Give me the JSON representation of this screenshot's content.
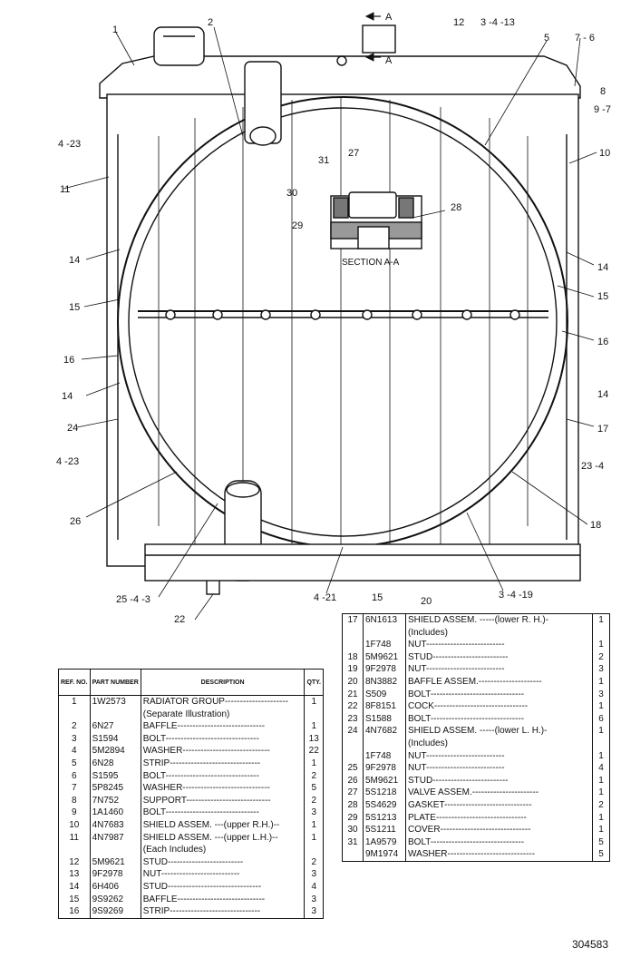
{
  "section_marker": "A",
  "callouts": [
    {
      "id": "c1",
      "text": "1"
    },
    {
      "id": "c2",
      "text": "2"
    },
    {
      "id": "c12",
      "text": "12"
    },
    {
      "id": "c3413",
      "text": "3 -4 -13"
    },
    {
      "id": "c5",
      "text": "5"
    },
    {
      "id": "c76",
      "text": "7 - 6"
    },
    {
      "id": "c8",
      "text": "8"
    },
    {
      "id": "c97",
      "text": "9 -7"
    },
    {
      "id": "c423a",
      "text": "4 -23"
    },
    {
      "id": "c10",
      "text": "10"
    },
    {
      "id": "c11",
      "text": "11"
    },
    {
      "id": "c31",
      "text": "31"
    },
    {
      "id": "c27",
      "text": "27"
    },
    {
      "id": "c30",
      "text": "30"
    },
    {
      "id": "c28",
      "text": "28"
    },
    {
      "id": "c29",
      "text": "29"
    },
    {
      "id": "c14a",
      "text": "14"
    },
    {
      "id": "c14b",
      "text": "14"
    },
    {
      "id": "c15a",
      "text": "15"
    },
    {
      "id": "c15b",
      "text": "15"
    },
    {
      "id": "c16a",
      "text": "16"
    },
    {
      "id": "c16b",
      "text": "16"
    },
    {
      "id": "c14c",
      "text": "14"
    },
    {
      "id": "c14d",
      "text": "14"
    },
    {
      "id": "c24",
      "text": "24"
    },
    {
      "id": "c17",
      "text": "17"
    },
    {
      "id": "c423b",
      "text": "4 -23"
    },
    {
      "id": "c234",
      "text": "23 -4"
    },
    {
      "id": "c26",
      "text": "26"
    },
    {
      "id": "c18",
      "text": "18"
    },
    {
      "id": "c2543",
      "text": "25 -4 -3"
    },
    {
      "id": "c421",
      "text": "4 -21"
    },
    {
      "id": "c15c",
      "text": "15"
    },
    {
      "id": "c20",
      "text": "20"
    },
    {
      "id": "c3419",
      "text": "3 -4 -19"
    },
    {
      "id": "c22",
      "text": "22"
    }
  ],
  "section_label": "SECTION A-A",
  "table_left": {
    "headers": {
      "ref": "REF. NO.",
      "part": "PART NUMBER",
      "description": "DESCRIPTION",
      "qty": "QTY."
    },
    "rows": [
      {
        "ref": "1",
        "part": "1W2573",
        "desc": "RADIATOR GROUP---------------------",
        "qty": "1"
      },
      {
        "ref": "",
        "part": "",
        "desc": "(Separate Illustration)",
        "qty": ""
      },
      {
        "ref": "2",
        "part": "6N27",
        "desc": "BAFFLE-----------------------------",
        "qty": "1"
      },
      {
        "ref": "3",
        "part": "S1594",
        "desc": "BOLT-------------------------------",
        "qty": "13"
      },
      {
        "ref": "4",
        "part": "5M2894",
        "desc": "WASHER-----------------------------",
        "qty": "22"
      },
      {
        "ref": "5",
        "part": "6N28",
        "desc": "STRIP------------------------------",
        "qty": "1"
      },
      {
        "ref": "6",
        "part": "S1595",
        "desc": "BOLT-------------------------------",
        "qty": "2"
      },
      {
        "ref": "7",
        "part": "5P8245",
        "desc": "WASHER-----------------------------",
        "qty": "5"
      },
      {
        "ref": "8",
        "part": "7N752",
        "desc": "SUPPORT----------------------------",
        "qty": "2"
      },
      {
        "ref": "9",
        "part": "1A1460",
        "desc": "BOLT-------------------------------",
        "qty": "3"
      },
      {
        "ref": "10",
        "part": "4N7683",
        "desc": "SHIELD ASSEM. ---(upper R.H.)--",
        "qty": "1"
      },
      {
        "ref": "11",
        "part": "4N7987",
        "desc": "SHIELD ASSEM. ---(upper L.H.)--",
        "qty": "1"
      },
      {
        "ref": "",
        "part": "",
        "desc": "(Each Includes)",
        "qty": ""
      },
      {
        "ref": "12",
        "part": "5M9621",
        "desc": "STUD-------------------------",
        "qty": "2"
      },
      {
        "ref": "13",
        "part": "9F2978",
        "desc": "NUT--------------------------",
        "qty": "3"
      },
      {
        "ref": "14",
        "part": "6H406",
        "desc": "STUD-------------------------------",
        "qty": "4"
      },
      {
        "ref": "15",
        "part": "9S9262",
        "desc": "BAFFLE-----------------------------",
        "qty": "3"
      },
      {
        "ref": "16",
        "part": "9S9269",
        "desc": "STRIP------------------------------",
        "qty": "3"
      }
    ]
  },
  "table_right": {
    "rows": [
      {
        "ref": "17",
        "part": "6N1613",
        "desc": "SHIELD ASSEM. -----(lower R. H.)-",
        "qty": "1"
      },
      {
        "ref": "",
        "part": "",
        "desc": "(Includes)",
        "qty": ""
      },
      {
        "ref": "",
        "part": "1F748",
        "desc": "NUT--------------------------",
        "qty": "1"
      },
      {
        "ref": "18",
        "part": "5M9621",
        "desc": "STUD-------------------------",
        "qty": "2"
      },
      {
        "ref": "19",
        "part": "9F2978",
        "desc": "NUT--------------------------",
        "qty": "3"
      },
      {
        "ref": "20",
        "part": "8N3882",
        "desc": "BAFFLE ASSEM.---------------------",
        "qty": "1"
      },
      {
        "ref": "21",
        "part": "S509",
        "desc": "BOLT-------------------------------",
        "qty": "3"
      },
      {
        "ref": "22",
        "part": "8F8151",
        "desc": "COCK-------------------------------",
        "qty": "1"
      },
      {
        "ref": "23",
        "part": "S1588",
        "desc": "BOLT-------------------------------",
        "qty": "6"
      },
      {
        "ref": "24",
        "part": "4N7682",
        "desc": "SHIELD ASSEM. -----(lower L. H.)-",
        "qty": "1"
      },
      {
        "ref": "",
        "part": "",
        "desc": "(Includes)",
        "qty": ""
      },
      {
        "ref": "",
        "part": "1F748",
        "desc": "NUT--------------------------",
        "qty": "1"
      },
      {
        "ref": "25",
        "part": "9F2978",
        "desc": "NUT--------------------------",
        "qty": "4"
      },
      {
        "ref": "26",
        "part": "5M9621",
        "desc": "STUD-------------------------",
        "qty": "1"
      },
      {
        "ref": "27",
        "part": "5S1218",
        "desc": "VALVE ASSEM.----------------------",
        "qty": "1"
      },
      {
        "ref": "28",
        "part": "5S4629",
        "desc": "GASKET-----------------------------",
        "qty": "2"
      },
      {
        "ref": "29",
        "part": "5S1213",
        "desc": "PLATE------------------------------",
        "qty": "1"
      },
      {
        "ref": "30",
        "part": "5S1211",
        "desc": "COVER------------------------------",
        "qty": "1"
      },
      {
        "ref": "31",
        "part": "1A9579",
        "desc": "BOLT-------------------------------",
        "qty": "5"
      },
      {
        "ref": "",
        "part": "9M1974",
        "desc": "WASHER-----------------------------",
        "qty": "5"
      }
    ]
  },
  "figure_number": "304583"
}
